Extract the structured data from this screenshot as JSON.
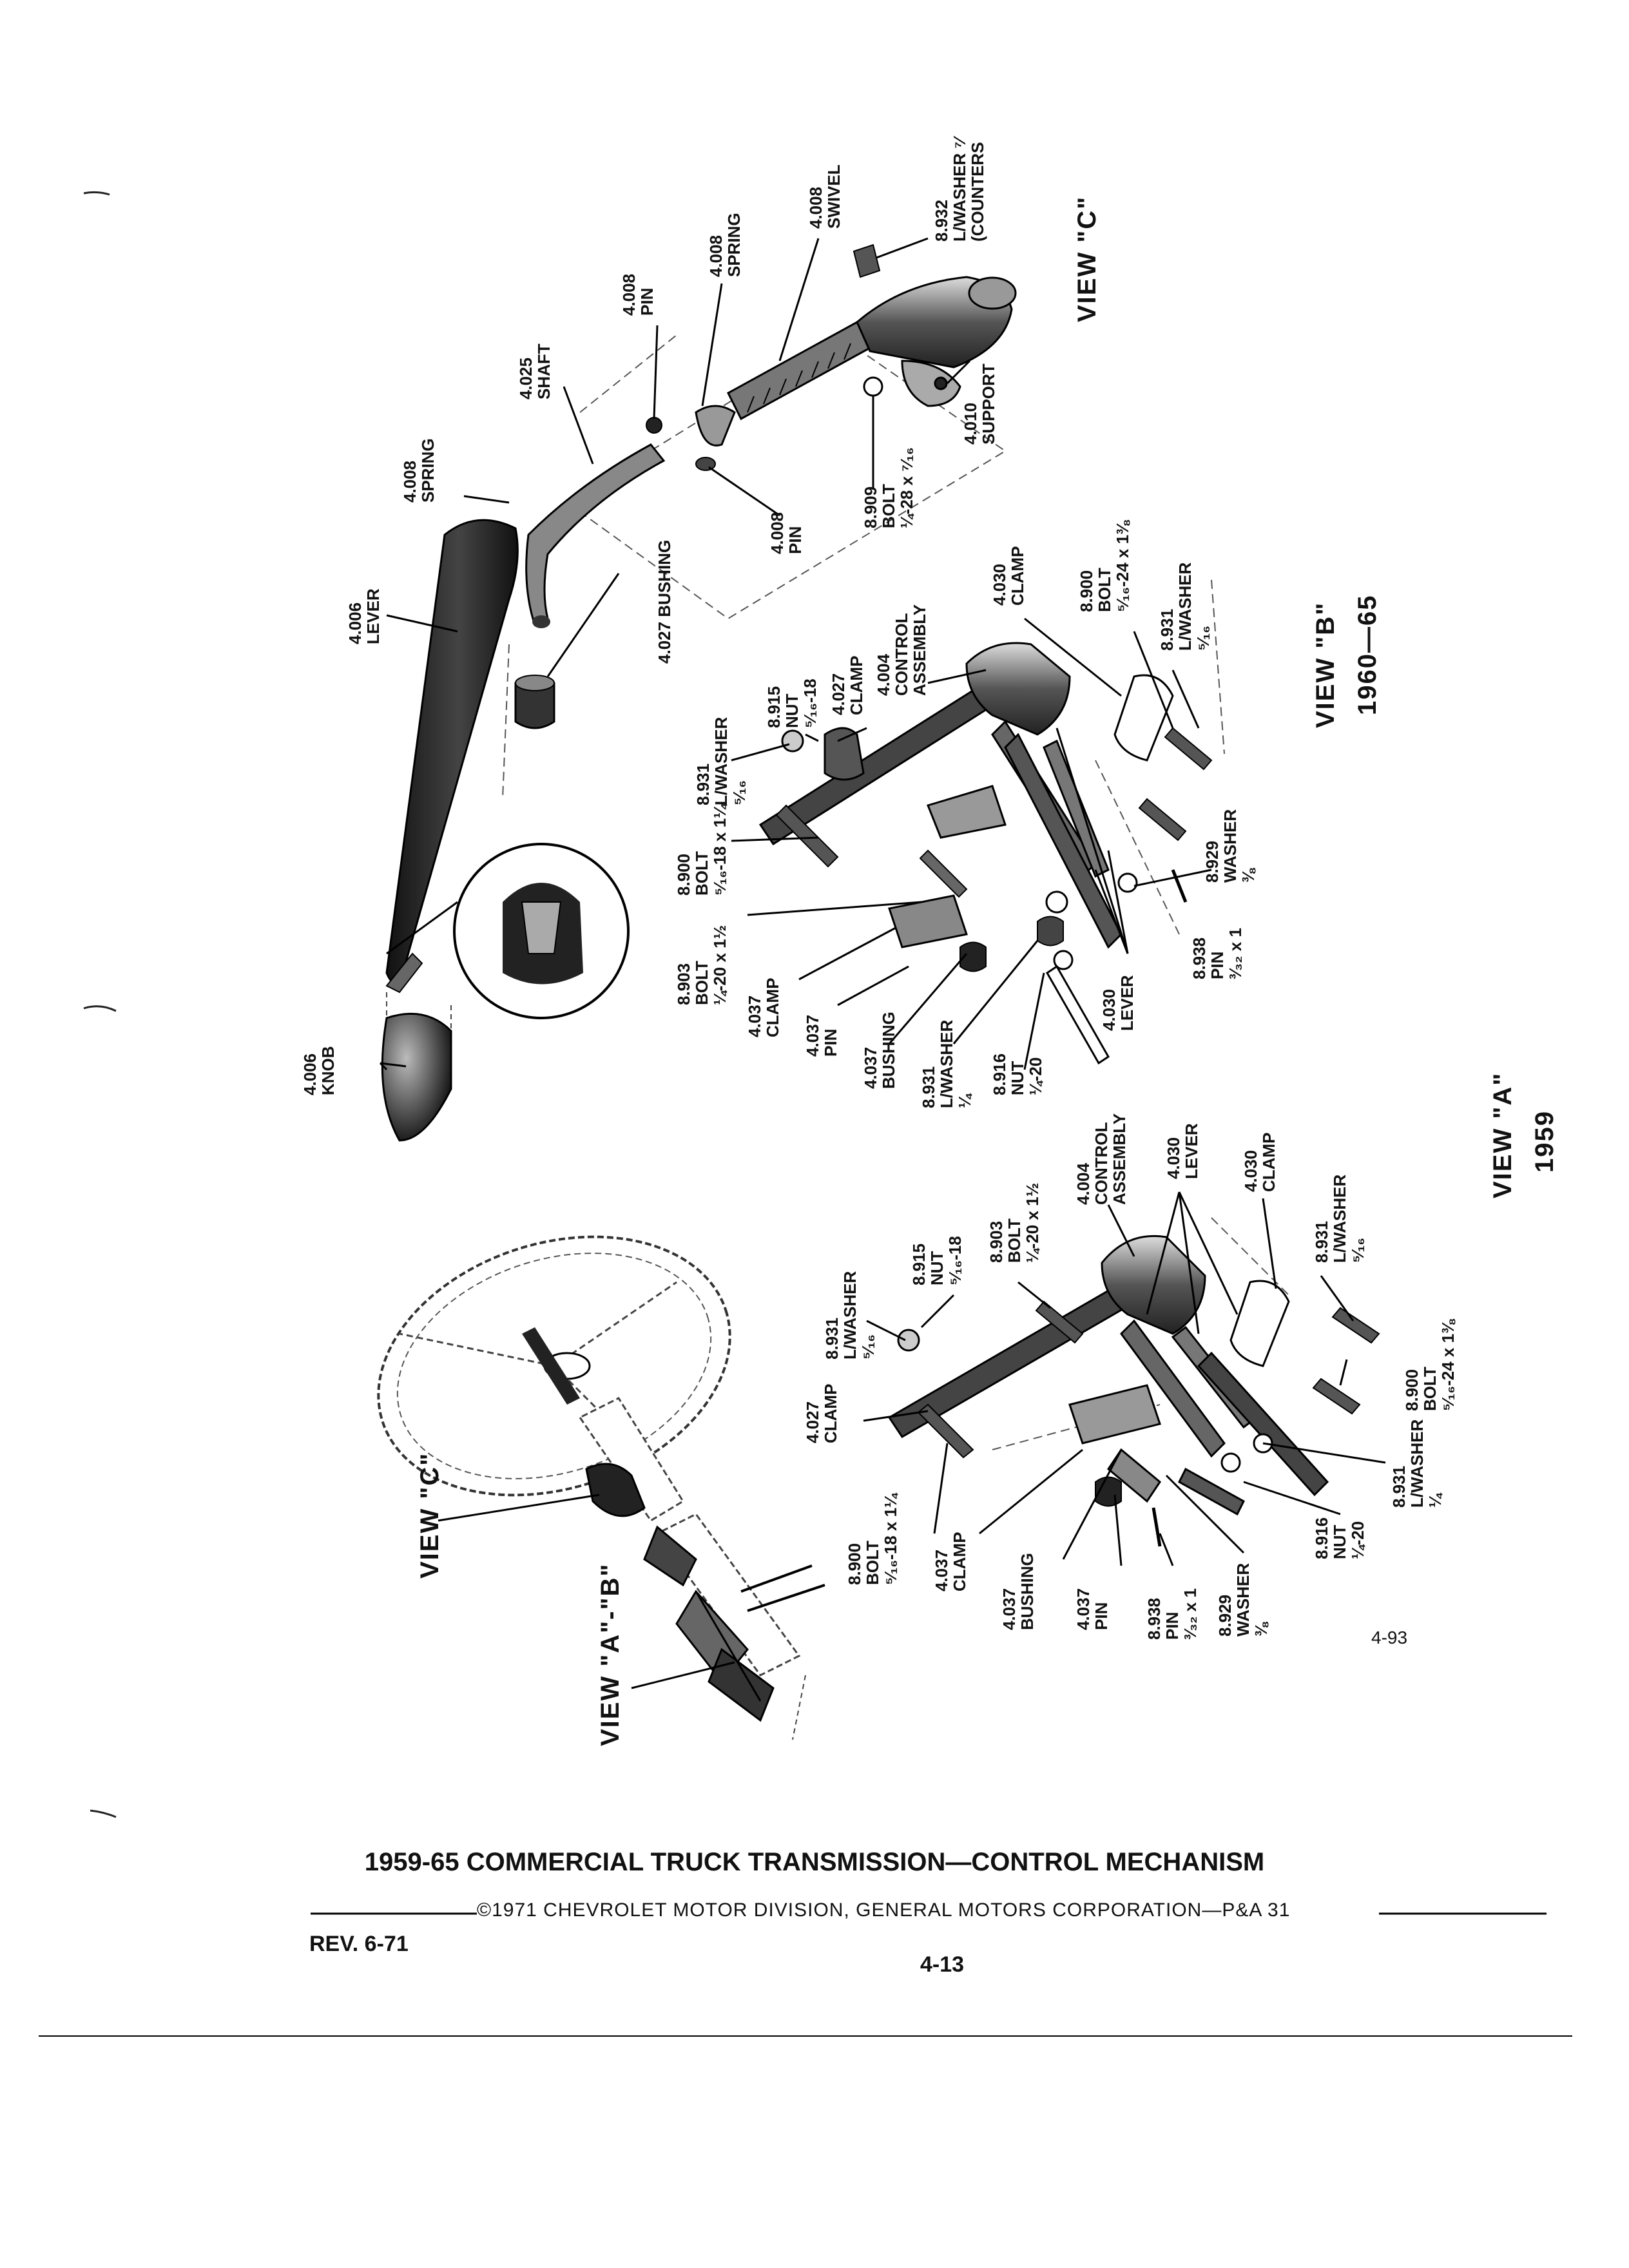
{
  "views": {
    "c": "VIEW \"C\"",
    "b": "VIEW \"B\"",
    "b_years": "1960—65",
    "a": "VIEW \"A\"",
    "a_year": "1959",
    "c_overview": "VIEW \"C\"",
    "ab_overview": "VIEW \"A\"-\"B\""
  },
  "view_c_labels": {
    "lever": [
      "4.006",
      "LEVER"
    ],
    "knob": [
      "4.006",
      "KNOB"
    ],
    "spring_left": [
      "4.008",
      "SPRING"
    ],
    "shaft": [
      "4.025",
      "SHAFT"
    ],
    "pin_top": [
      "4.008",
      "PIN"
    ],
    "spring_top": [
      "4.008",
      "SPRING"
    ],
    "swivel": [
      "4.008",
      "SWIVEL"
    ],
    "lwasher": [
      "8.932",
      "L/WASHER ⁷⁄",
      "(COUNTERS"
    ],
    "bushing": [
      "4.027 BUSHING"
    ],
    "pin_bottom": [
      "4.008",
      "PIN"
    ],
    "bolt": [
      "8.909",
      "BOLT",
      "¼-28 x ⁷⁄₁₆"
    ],
    "support": [
      "4.010",
      "SUPPORT"
    ]
  },
  "view_b_labels": {
    "bolt_left": [
      "8.900",
      "BOLT",
      "⁵⁄₁₆-18 x 1¼"
    ],
    "lwasher_left": [
      "8.931",
      "L/WASHER",
      "⁵⁄₁₆"
    ],
    "nut_top": [
      "8.915",
      "NUT",
      "⁵⁄₁₆-18"
    ],
    "clamp_top": [
      "4.027",
      "CLAMP"
    ],
    "control": [
      "4.004",
      "CONTROL",
      "ASSEMBLY"
    ],
    "clamp_right": [
      "4.030",
      "CLAMP"
    ],
    "bolt_right": [
      "8.900",
      "BOLT",
      "⁵⁄₁₆-24 x 1⅜"
    ],
    "lwasher_right": [
      "8.931",
      "L/WASHER",
      "⁵⁄₁₆"
    ],
    "bolt_small": [
      "8.903",
      "BOLT",
      "¼-20 x 1½"
    ],
    "clamp_low": [
      "4.037",
      "CLAMP"
    ],
    "pin_low": [
      "4.037",
      "PIN"
    ],
    "bushing_low": [
      "4.037",
      "BUSHING"
    ],
    "lwasher_low": [
      "8.931",
      "L/WASHER",
      "¼"
    ],
    "nut_low": [
      "8.916",
      "NUT",
      "¼-20"
    ],
    "lever": [
      "4.030",
      "LEVER"
    ],
    "pin_right": [
      "8.938",
      "PIN",
      "³⁄₃₂ x 1"
    ],
    "washer_right": [
      "8.929",
      "WASHER",
      "⅜"
    ]
  },
  "view_a_labels": {
    "clamp_left": [
      "4.027",
      "CLAMP"
    ],
    "lwasher_left": [
      "8.931",
      "L/WASHER",
      "⁵⁄₁₆"
    ],
    "nut_top": [
      "8.915",
      "NUT",
      "⁵⁄₁₆-18"
    ],
    "bolt_top": [
      "8.903",
      "BOLT",
      "¼-20 x 1½"
    ],
    "control": [
      "4.004",
      "CONTROL",
      "ASSEMBLY"
    ],
    "lever": [
      "4.030",
      "LEVER"
    ],
    "clamp_right": [
      "4.030",
      "CLAMP"
    ],
    "lwasher_right": [
      "8.931",
      "L/WASHER",
      "⁵⁄₁₆"
    ],
    "bolt_right": [
      "8.900",
      "BOLT",
      "⁵⁄₁₆-24 x 1⅜"
    ],
    "bolt_left": [
      "8.900",
      "BOLT",
      "⁵⁄₁₆-18 x 1¼"
    ],
    "clamp_low": [
      "4.037",
      "CLAMP"
    ],
    "bushing_low": [
      "4.037",
      "BUSHING"
    ],
    "pin_low": [
      "4.037",
      "PIN"
    ],
    "pin_mid": [
      "8.938",
      "PIN",
      "³⁄₃₂ x 1"
    ],
    "washer_mid": [
      "8.929",
      "WASHER",
      "⅜"
    ],
    "nut_low": [
      "8.916",
      "NUT",
      "¼-20"
    ],
    "lwasher_low": [
      "8.931",
      "L/WASHER",
      "¼"
    ]
  },
  "figure_number": "4-93",
  "footer": {
    "title": "1959-65 COMMERCIAL TRUCK TRANSMISSION—CONTROL MECHANISM",
    "copyright": "©1971 CHEVROLET MOTOR DIVISION, GENERAL MOTORS CORPORATION—P&A 31",
    "revision": "REV. 6-71",
    "page": "4-13"
  }
}
